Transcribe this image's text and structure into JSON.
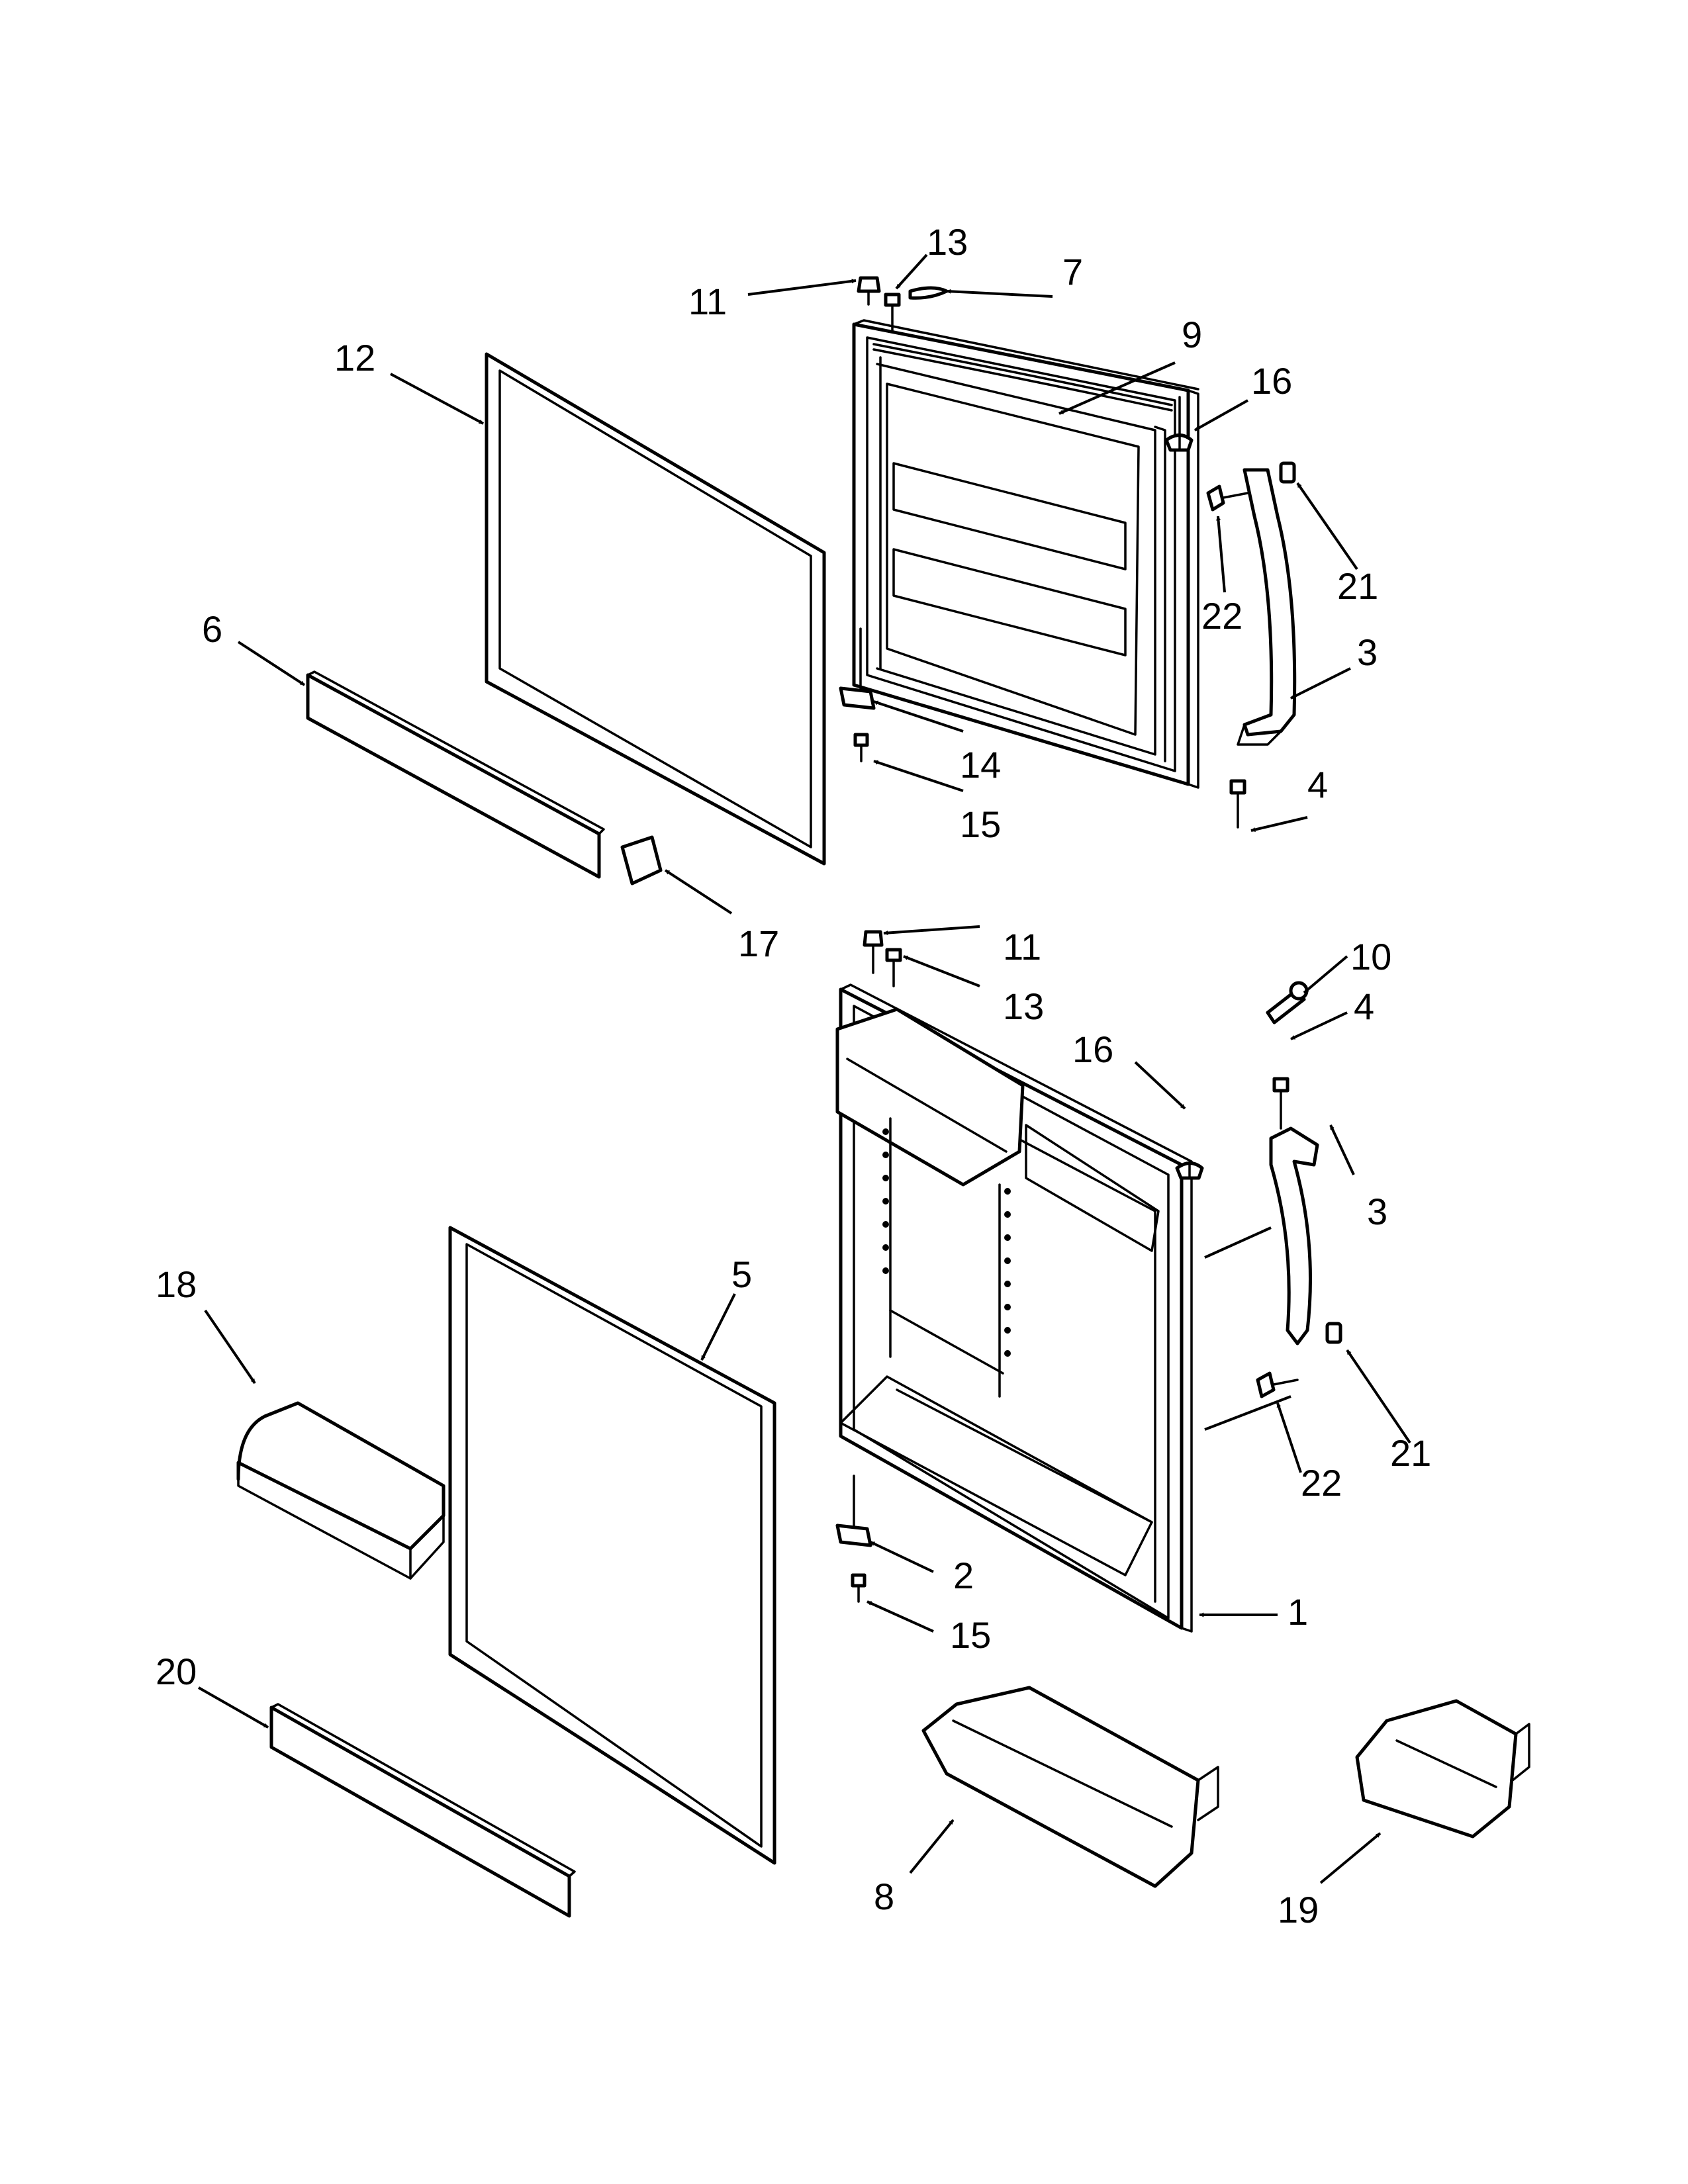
{
  "callouts": {
    "c11a": "11",
    "c13a": "13",
    "c7": "7",
    "c9": "9",
    "c16a": "16",
    "c12": "12",
    "c22a": "22",
    "c21a": "21",
    "c6": "6",
    "c3a": "3",
    "c14": "14",
    "c15a": "15",
    "c4a": "4",
    "c17": "17",
    "c11b": "11",
    "c10": "10",
    "c13b": "13",
    "c16b": "16",
    "c4b": "4",
    "c3b": "3",
    "c18": "18",
    "c5": "5",
    "c22b": "22",
    "c21b": "21",
    "c2": "2",
    "c15b": "15",
    "c1": "1",
    "c20": "20",
    "c8": "8",
    "c19": "19"
  }
}
